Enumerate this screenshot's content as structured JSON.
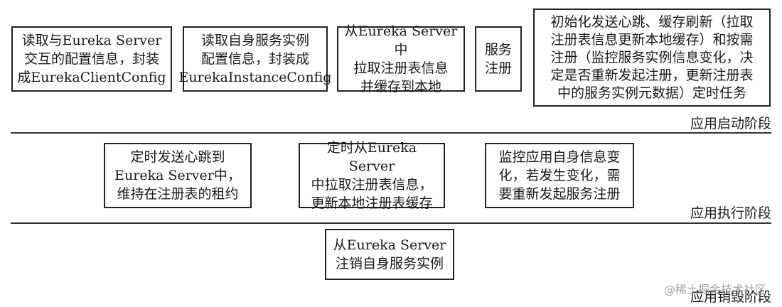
{
  "startup": {
    "box1": "读取与Eureka Server\n交互的配置信息，封装\n成EurekaClientConfig",
    "box2": "读取自身服务实例\n配置信息，封装成\nEurekaInstanceConfig",
    "box3": "从Eureka Server中\n拉取注册表信息\n并缓存到本地",
    "box4": "服务\n注册",
    "box5": "初始化发送心跳、缓存刷新（拉取\n注册表信息更新本地缓存）和按需\n注册（监控服务实例信息变化，决\n定是否重新发起注册，更新注册表\n中的服务实例元数据）定时任务",
    "label": "应用启动阶段"
  },
  "running": {
    "box1": "定时发送心跳到\nEureka Server中，\n维持在注册表的租约",
    "box2": "定时从Eureka Server\n中拉取注册表信息，\n更新本地注册表缓存",
    "box3": "监控应用自身信息变\n化，若发生变化，需\n要重新发起服务注册",
    "label": "应用执行阶段"
  },
  "shutdown": {
    "box1": "从Eureka Server\n注销自身服务实例",
    "label": "应用销毁阶段"
  },
  "watermark": "@稀土掘金技术社区"
}
